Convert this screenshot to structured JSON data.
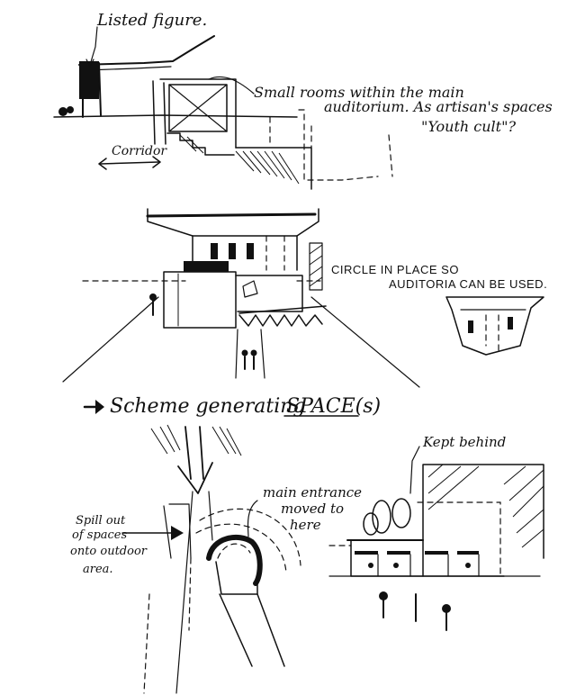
{
  "annotations": {
    "listed_figure": "Listed figure.",
    "small_rooms_line1": "Small rooms within the main",
    "small_rooms_line2": "auditorium. As artisan's spaces",
    "small_rooms_line3": "\"Youth cult\"?",
    "corridor": "Corridor",
    "circle_line1": "CIRCLE IN PLACE SO",
    "circle_line2": "AUDITORIA CAN BE USED.",
    "scheme_title_prefix": "Scheme generating",
    "scheme_title_emphasis": "SPACE(s)",
    "main_entrance_line1": "main entrance",
    "main_entrance_line2": "moved to",
    "main_entrance_line3": "here",
    "spill_out_line1": "Spill out",
    "spill_out_line2": "of spaces",
    "spill_out_line3": "onto outdoor",
    "spill_out_line4": "area.",
    "kept_behind": "Kept behind"
  },
  "icons": [
    "right-arrow-icon",
    "double-arrow-icon"
  ],
  "ink_color": "#111111",
  "paper_color": "#ffffff"
}
